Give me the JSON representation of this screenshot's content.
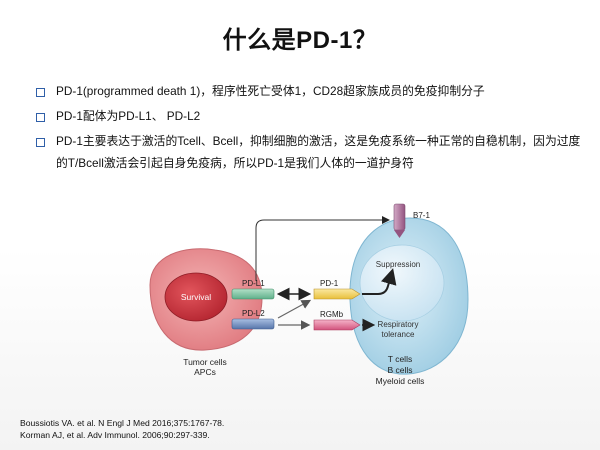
{
  "slide": {
    "title": "什么是PD-1？",
    "bullets": [
      "PD-1(programmed death 1)，程序性死亡受体1，CD28超家族成员的免疫抑制分子",
      "PD-1配体为PD-L1、 PD-L2",
      "PD-1主要表达于激活的Tcell、Bcell，抑制细胞的激活，这是免疫系统一种正常的自稳机制，因为过度的T/Bcell激活会引起自身免疫病，所以PD-1是我们人体的一道护身符"
    ],
    "references": [
      "Boussiotis VA. et al. N Engl J Med 2016;375:1767-78.",
      "Korman AJ, et al. Adv Immunol. 2006;90:297-339."
    ]
  },
  "diagram": {
    "tumor_cell_label": "Survival",
    "tumor_cell_caption": [
      "Tumor cells",
      "APCs"
    ],
    "ligand_pdl1": "PD-L1",
    "ligand_pdl2": "PD-L2",
    "receptor_pd1": "PD-1",
    "receptor_rgmb": "RGMb",
    "receptor_b71": "B7-1",
    "tcell_suppression": "Suppression",
    "tcell_tolerance": [
      "Respiratory",
      "tolerance"
    ],
    "tcell_caption": [
      "T cells",
      "B cells",
      "Myeloid cells"
    ],
    "colors": {
      "tumor_cell": "#e8868a",
      "tumor_nucleus": "#c9363f",
      "t_cell": "#b9dced",
      "t_nucleus": "#dcecf6",
      "pdl1": "#7fc6a4",
      "pdl2": "#6f8fc2",
      "pd1": "#f4d35e",
      "rgmb": "#e9799d",
      "b71": "#b87fa6",
      "bullet": "#2f5fa8"
    }
  }
}
